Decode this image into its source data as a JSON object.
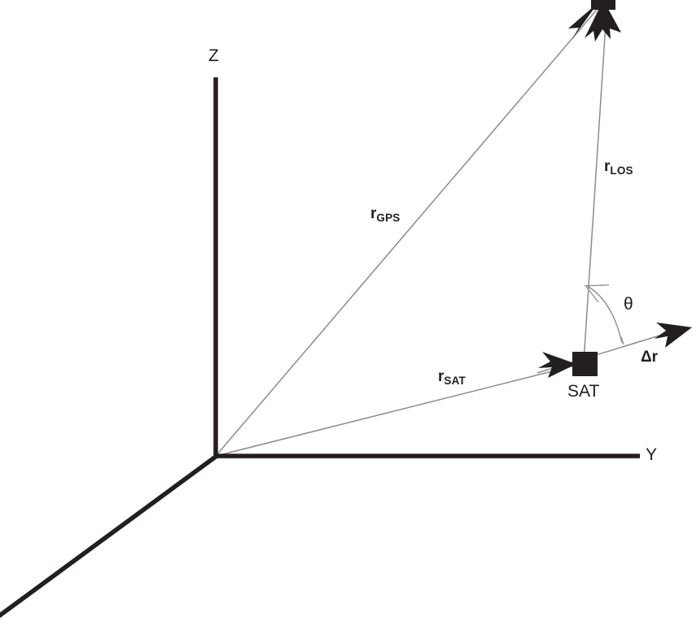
{
  "diagram": {
    "title": "GPS line-of-sight geometry diagram",
    "background_color": "#ffffff",
    "axis_color": "#231f20",
    "vector_color": "#8c8c8c",
    "marker_color": "#231f20",
    "axes": [
      {
        "id": "z",
        "label": "Z",
        "direction": "up"
      },
      {
        "id": "y",
        "label": "Y",
        "direction": "right"
      },
      {
        "id": "x",
        "label": "",
        "direction": "down-left"
      }
    ],
    "vectors": [
      {
        "id": "r-gps",
        "base": "r",
        "subscript": "GPS",
        "from": "origin",
        "to": "gps-satellite"
      },
      {
        "id": "r-sat",
        "base": "r",
        "subscript": "SAT",
        "from": "origin",
        "to": "sat"
      },
      {
        "id": "r-los",
        "base": "r",
        "subscript": "LOS",
        "from": "sat",
        "to": "gps-satellite"
      },
      {
        "id": "delta-r",
        "base": "Δr",
        "subscript": "",
        "from": "sat",
        "to": "delta-tip"
      }
    ],
    "markers": [
      {
        "id": "gps-satellite",
        "shape": "filled-square",
        "label": ""
      },
      {
        "id": "sat",
        "shape": "filled-square",
        "label": "SAT"
      }
    ],
    "angle": {
      "id": "theta",
      "symbol": "θ",
      "between": [
        "r-los",
        "delta-r"
      ]
    },
    "labels": {
      "z_axis": "Z",
      "y_axis": "Y",
      "r_gps_base": "r",
      "r_gps_sub": "GPS",
      "r_sat_base": "r",
      "r_sat_sub": "SAT",
      "r_los_base": "r",
      "r_los_sub": "LOS",
      "delta_r": "Δr",
      "theta": "θ",
      "sat_point": "SAT"
    }
  }
}
